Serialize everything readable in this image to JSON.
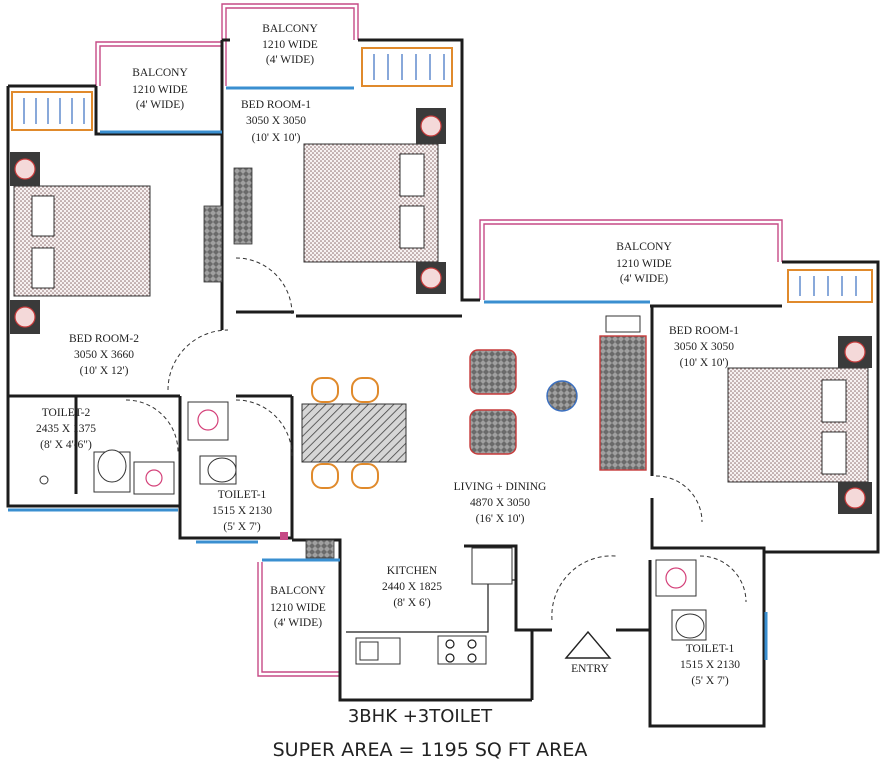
{
  "rooms": {
    "balcony_top": {
      "name": "BALCONY",
      "size_mm": "1210 WIDE",
      "size_ft": "(4' WIDE)"
    },
    "balcony_left": {
      "name": "BALCONY",
      "size_mm": "1210 WIDE",
      "size_ft": "(4' WIDE)"
    },
    "bedroom1_top": {
      "name": "BED ROOM-1",
      "size_mm": "3050 X 3050",
      "size_ft": "(10' X 10')"
    },
    "bedroom2": {
      "name": "BED ROOM-2",
      "size_mm": "3050 X 3660",
      "size_ft": "(10' X 12')"
    },
    "balcony_right": {
      "name": "BALCONY",
      "size_mm": "1210 WIDE",
      "size_ft": "(4' WIDE)"
    },
    "bedroom1_right": {
      "name": "BED ROOM-1",
      "size_mm": "3050 X 3050",
      "size_ft": "(10' X 10')"
    },
    "toilet2": {
      "name": "TOILET-2",
      "size_mm": "2435 X 1375",
      "size_ft": "(8' X 4'-6\")"
    },
    "toilet1_mid": {
      "name": "TOILET-1",
      "size_mm": "1515 X 2130",
      "size_ft": "(5' X 7')"
    },
    "living_dining": {
      "name": "LIVING + DINING",
      "size_mm": "4870 X 3050",
      "size_ft": "(16' X 10')"
    },
    "kitchen": {
      "name": "KITCHEN",
      "size_mm": "2440 X 1825",
      "size_ft": "(8' X 6')"
    },
    "balcony_bottom": {
      "name": "BALCONY",
      "size_mm": "1210 WIDE",
      "size_ft": "(4' WIDE)"
    },
    "toilet1_right": {
      "name": "TOILET-1",
      "size_mm": "1515 X 2130",
      "size_ft": "(5' X 7')"
    }
  },
  "entry": "ENTRY",
  "footer": {
    "config": "3BHK +3TOILET",
    "area": "SUPER AREA = 1195 SQ FT AREA"
  },
  "colors": {
    "walls": "#1c1c1c",
    "balcony_railing": "#c64a86",
    "window_glass": "#3a8fd0",
    "furniture_accent": "#e08a2c",
    "lamp": "#c63a3a"
  }
}
